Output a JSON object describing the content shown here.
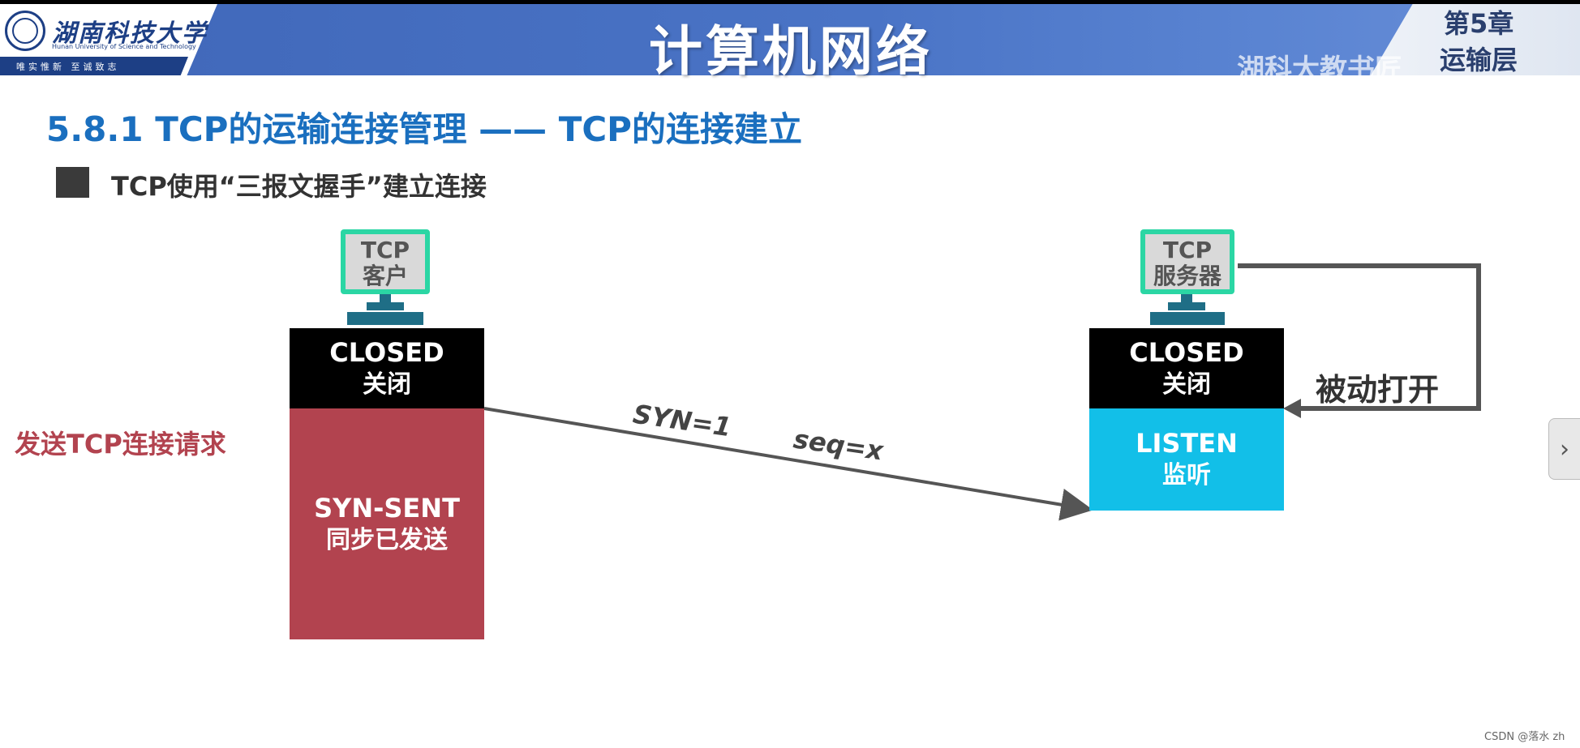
{
  "header": {
    "university_name": "湖南科技大学",
    "university_name_en": "Hunan University of Science and Technology",
    "motto": "唯实惟新 至诚致志",
    "course_title": "计算机网络",
    "watermark": "湖科大教书匠",
    "chapter_label": "第5章",
    "chapter_name": "运输层"
  },
  "slide": {
    "section_title": "5.8.1 TCP的运输连接管理 —— TCP的连接建立",
    "bullet_text": "TCP使用“三报文握手”建立连接",
    "client": {
      "monitor_line1": "TCP",
      "monitor_line2": "客户",
      "state_closed_en": "CLOSED",
      "state_closed_cn": "关闭",
      "state_synsent_en": "SYN-SENT",
      "state_synsent_cn": "同步已发送",
      "action_label": "发送TCP连接请求"
    },
    "server": {
      "monitor_line1": "TCP",
      "monitor_line2": "服务器",
      "state_closed_en": "CLOSED",
      "state_closed_cn": "关闭",
      "state_listen_en": "LISTEN",
      "state_listen_cn": "监听",
      "action_label": "被动打开"
    },
    "segment": {
      "syn": "SYN=1",
      "seq": "seq=x"
    }
  },
  "nav": {
    "next_icon": "chevron-right-icon",
    "next_glyph": "›"
  },
  "footer": {
    "watermark": "CSDN @落水 zh"
  },
  "colors": {
    "banner": "#4a74c6",
    "title_blue": "#1a6fbf",
    "closed_black": "#000000",
    "synsent_red": "#b2434f",
    "listen_cyan": "#12bfe8",
    "monitor_green": "#2bd6a4"
  }
}
